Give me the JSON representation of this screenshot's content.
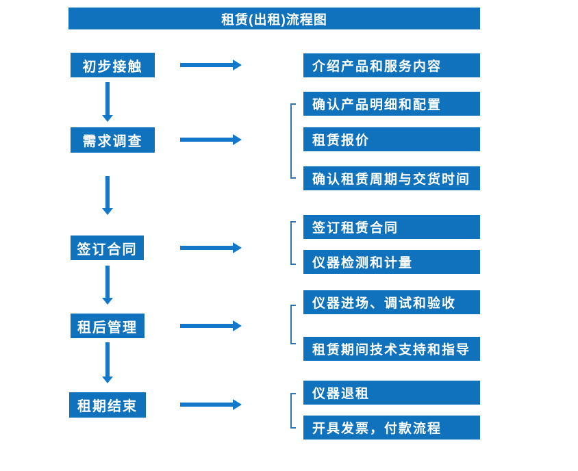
{
  "title": "租赁(出租)流程图",
  "colors": {
    "box_blue": "#1072BC",
    "arrow_blue": "#1478CA",
    "bracket_blue": "#2E75B6",
    "text_white": "#FFFFFF",
    "background": "#FFFFFF"
  },
  "steps": [
    {
      "label": "初步接触",
      "details": [
        "介绍产品和服务内容"
      ]
    },
    {
      "label": "需求调查",
      "details": [
        "确认产品明细和配置",
        "租赁报价",
        "确认租赁周期与交货时间"
      ]
    },
    {
      "label": "签订合同",
      "details": [
        "签订租赁合同",
        "仪器检测和计量"
      ]
    },
    {
      "label": "租后管理",
      "details": [
        "仪器进场、调试和验收",
        "租赁期间技术支持和指导"
      ]
    },
    {
      "label": "租期结束",
      "details": [
        "仪器退租",
        "开具发票，付款流程"
      ]
    }
  ]
}
